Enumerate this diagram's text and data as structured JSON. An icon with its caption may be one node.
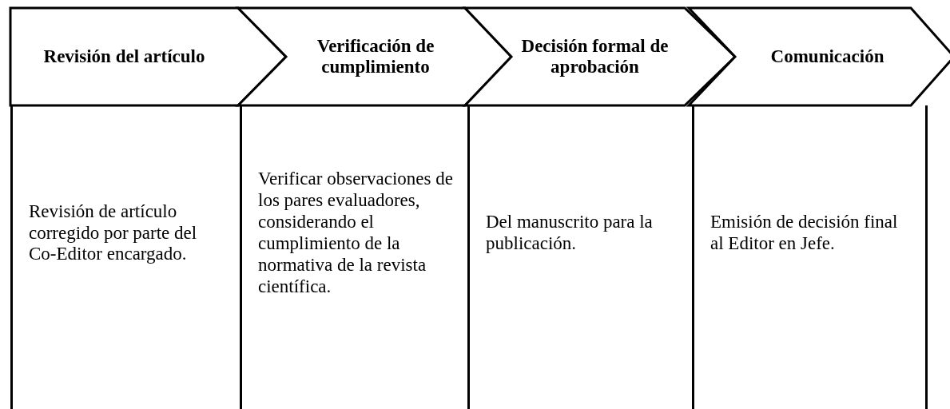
{
  "diagram": {
    "nodes": [
      {
        "text": [
          "Revisión del artículo"
        ]
      },
      {
        "text": [
          "Verificación de cumplimiento"
        ]
      },
      {
        "text": [
          "Decisión formal de aprobación"
        ]
      },
      {
        "text": [
          "Comunicación"
        ]
      },
      {
        "text": [
          "Revisión de artículo corregido por parte del Co-Editor encargado."
        ]
      },
      {
        "text": [
          "Verificar observaciones de los pares evaluadores, considerando el cumplimiento de la normativa de la revista científica."
        ]
      },
      {
        "text": [
          "Del manuscrito para la publicación."
        ]
      },
      {
        "text": [
          "Emisión de decisión final al Editor en Jefe."
        ]
      }
    ]
  }
}
